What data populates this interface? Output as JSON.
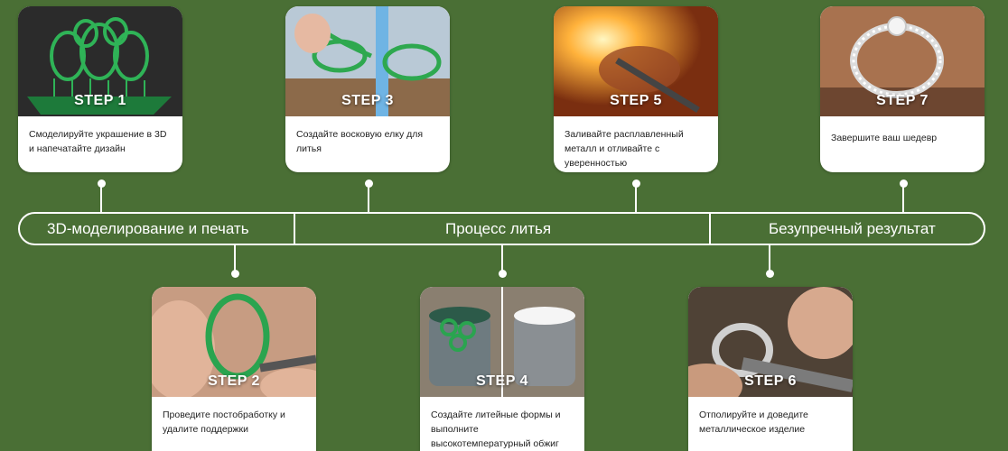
{
  "phases": [
    {
      "label": "3D-моделирование и печать"
    },
    {
      "label": "Процесс литья"
    },
    {
      "label": "Безупречный результат"
    }
  ],
  "steps": [
    {
      "step": "STEP 1",
      "text": "Смоделируйте украшение в 3D и напечатайте дизайн",
      "image": "green-3d-printed-rings-icon"
    },
    {
      "step": "STEP 2",
      "text": "Проведите постобработку и удалите поддержки",
      "image": "removing-supports-icon"
    },
    {
      "step": "STEP 3",
      "text": "Создайте восковую елку для литья",
      "image": "wax-tree-icon"
    },
    {
      "step": "STEP 4",
      "text": "Создайте литейные формы и выполните высокотемпературный обжиг",
      "image": "casting-flasks-icon"
    },
    {
      "step": "STEP 5",
      "text": "Заливайте расплавленный металл и отливайте с уверенностью",
      "image": "molten-metal-icon"
    },
    {
      "step": "STEP 6",
      "text": "Отполируйте и доведите металлическое изделие",
      "image": "polishing-ring-icon"
    },
    {
      "step": "STEP 7",
      "text": "Завершите ваш шедевр",
      "image": "finished-ring-icon"
    }
  ],
  "colors": {
    "background": "#4a6f35",
    "line": "#ffffff",
    "resin_green": "#2aa44f"
  }
}
